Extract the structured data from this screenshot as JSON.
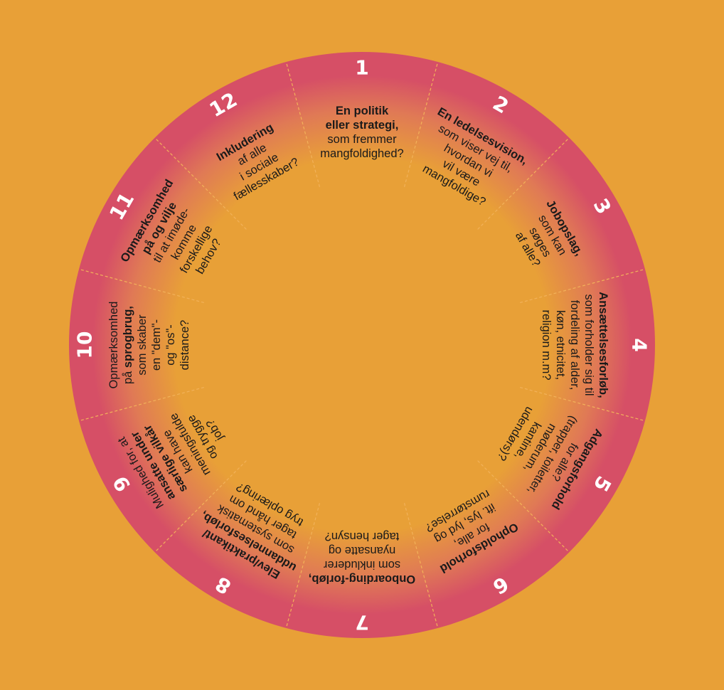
{
  "colors": {
    "background": "#e8a037",
    "ring": "#d64f66",
    "ring_glow": "#e07a55",
    "divider": "#f2b25a",
    "number": "#ffffff",
    "text": "#1a1a1a"
  },
  "segments": [
    {
      "number": "1",
      "lines": [
        {
          "t": "En politik",
          "b": true
        },
        {
          "t": "eller strategi,",
          "b": true
        },
        {
          "t": "som fremmer",
          "b": false
        },
        {
          "t": "mangfoldighed?",
          "b": false
        }
      ]
    },
    {
      "number": "2",
      "lines": [
        {
          "t": "En ledelsesvision,",
          "b": true
        },
        {
          "t": "som viser vej til,",
          "b": false
        },
        {
          "t": "hvordan vi",
          "b": false
        },
        {
          "t": "vil være",
          "b": false
        },
        {
          "t": "mangfoldige?",
          "b": false
        }
      ]
    },
    {
      "number": "3",
      "lines": [
        {
          "t": "Jobopslag,",
          "b": true
        },
        {
          "t": "som kan",
          "b": false
        },
        {
          "t": "søges",
          "b": false
        },
        {
          "t": "af alle?",
          "b": false
        }
      ]
    },
    {
      "number": "4",
      "lines": [
        {
          "t": "Ansættelsesforløb,",
          "b": true
        },
        {
          "t": "som forholder sig til",
          "b": false
        },
        {
          "t": "fordeling af alder,",
          "b": false
        },
        {
          "t": "køn, etnicitet,",
          "b": false
        },
        {
          "t": "religion m.m?",
          "b": false
        }
      ]
    },
    {
      "number": "5",
      "lines": [
        {
          "t": "Adgangsforhold",
          "b": true
        },
        {
          "t": "for alle?",
          "b": false
        },
        {
          "t": "(trapper, toiletter,",
          "b": false
        },
        {
          "t": "møderum,",
          "b": false
        },
        {
          "t": "kantine,",
          "b": false
        },
        {
          "t": "udendørs)?",
          "b": false
        }
      ]
    },
    {
      "number": "6",
      "lines": [
        {
          "t": "Opholdsforhold",
          "b": true
        },
        {
          "t": "for alle,",
          "b": false
        },
        {
          "t": "ift. lys, lyd og",
          "b": false
        },
        {
          "t": "rumstørrelse?",
          "b": false
        }
      ]
    },
    {
      "number": "7",
      "lines": [
        {
          "t": "Onboarding-forløb,",
          "b": true
        },
        {
          "t": "som inkluderer",
          "b": false
        },
        {
          "t": "nyansatte og",
          "b": false
        },
        {
          "t": "tager hensyn?",
          "b": false
        }
      ]
    },
    {
      "number": "8",
      "lines": [
        {
          "t": "Elev/praktikant/",
          "b": true
        },
        {
          "t": "uddannelsesforløb,",
          "b": true
        },
        {
          "t": "som systematisk",
          "b": false
        },
        {
          "t": "tager hånd om",
          "b": false
        },
        {
          "t": "tryg oplæring?",
          "b": false
        }
      ]
    },
    {
      "number": "9",
      "lines": [
        {
          "t": "Mulighed for, at",
          "b": false
        },
        {
          "t": "ansatte under",
          "b": true
        },
        {
          "t": "særlige vilkår",
          "b": true
        },
        {
          "t": "kan have",
          "b": false
        },
        {
          "t": "meningsfulde",
          "b": false
        },
        {
          "t": "og trygge",
          "b": false
        },
        {
          "t": "job?",
          "b": false
        }
      ]
    },
    {
      "number": "10",
      "lines": [
        {
          "t": "Opmærksomhed",
          "b": false
        },
        {
          "parts": [
            {
              "t": "på ",
              "b": false
            },
            {
              "t": "sprogbrug,",
              "b": true
            }
          ]
        },
        {
          "t": "som skaber",
          "b": false
        },
        {
          "t": "en \"dem\"-",
          "b": false
        },
        {
          "t": "og \"os\"-",
          "b": false
        },
        {
          "t": "distance?",
          "b": false
        }
      ]
    },
    {
      "number": "11",
      "lines": [
        {
          "t": "Opmærksomhed",
          "b": true
        },
        {
          "t": "på og vilje",
          "b": true
        },
        {
          "t": "til at imøde-",
          "b": false
        },
        {
          "t": "komme",
          "b": false
        },
        {
          "t": "forskellige",
          "b": false
        },
        {
          "t": "behov?",
          "b": false
        }
      ]
    },
    {
      "number": "12",
      "lines": [
        {
          "t": "Inkludering",
          "b": true
        },
        {
          "t": "af alle",
          "b": false
        },
        {
          "t": "i sociale",
          "b": false
        },
        {
          "t": "fællesskaber?",
          "b": false
        }
      ]
    }
  ]
}
